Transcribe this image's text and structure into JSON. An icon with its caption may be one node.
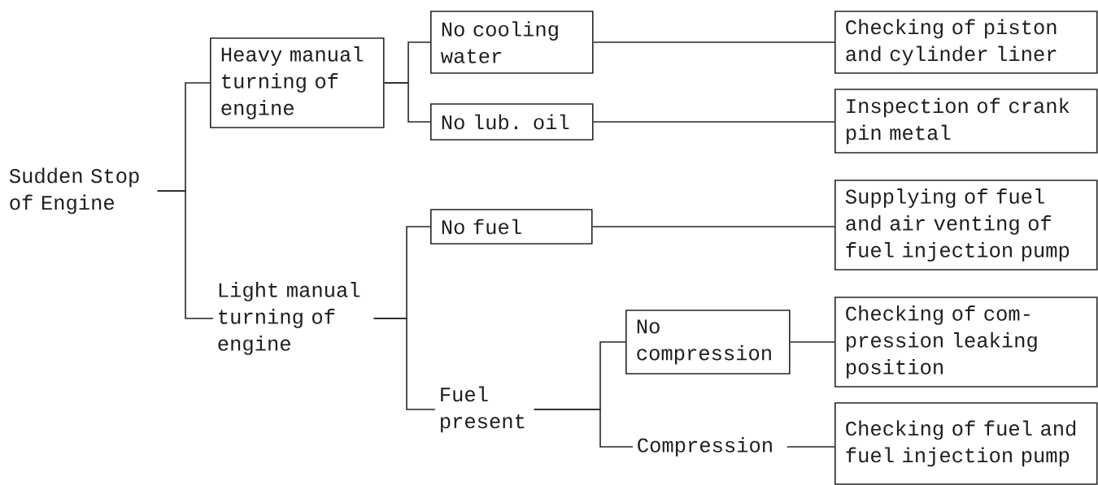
{
  "diagram": {
    "nodes": [
      {
        "text": [
          "Sudden Stop of Engine"
        ]
      },
      {
        "text": [
          "Heavy manual turning of engine"
        ]
      },
      {
        "text": [
          "Light manual turning of engine"
        ]
      },
      {
        "text": [
          "No cooling water"
        ]
      },
      {
        "text": [
          "No lub. oil"
        ]
      },
      {
        "text": [
          "No fuel"
        ]
      },
      {
        "text": [
          "Fuel present"
        ]
      },
      {
        "text": [
          "No compression"
        ]
      },
      {
        "text": [
          "Compression"
        ]
      },
      {
        "text": [
          "Checking of piston and cylinder liner"
        ]
      },
      {
        "text": [
          "Inspection of crank pin metal"
        ]
      },
      {
        "text": [
          "Supplying of fuel and air venting of fuel injection pump"
        ]
      },
      {
        "text": [
          "Checking of com- pression leaking position"
        ]
      },
      {
        "text": [
          "Checking of fuel and fuel injection pump"
        ]
      }
    ],
    "edges": [
      {
        "from": 0,
        "to": 1,
        "arrow": "none"
      },
      {
        "from": 0,
        "to": 2,
        "arrow": "none"
      },
      {
        "from": 1,
        "to": 3,
        "arrow": "none"
      },
      {
        "from": 1,
        "to": 4,
        "arrow": "none"
      },
      {
        "from": 2,
        "to": 5,
        "arrow": "none"
      },
      {
        "from": 2,
        "to": 6,
        "arrow": "none"
      },
      {
        "from": 6,
        "to": 7,
        "arrow": "none"
      },
      {
        "from": 6,
        "to": 8,
        "arrow": "none"
      },
      {
        "from": 3,
        "to": 9,
        "arrow": "none"
      },
      {
        "from": 4,
        "to": 10,
        "arrow": "none"
      },
      {
        "from": 5,
        "to": 11,
        "arrow": "none"
      },
      {
        "from": 7,
        "to": 12,
        "arrow": "none"
      },
      {
        "from": 8,
        "to": 13,
        "arrow": "none"
      }
    ]
  }
}
